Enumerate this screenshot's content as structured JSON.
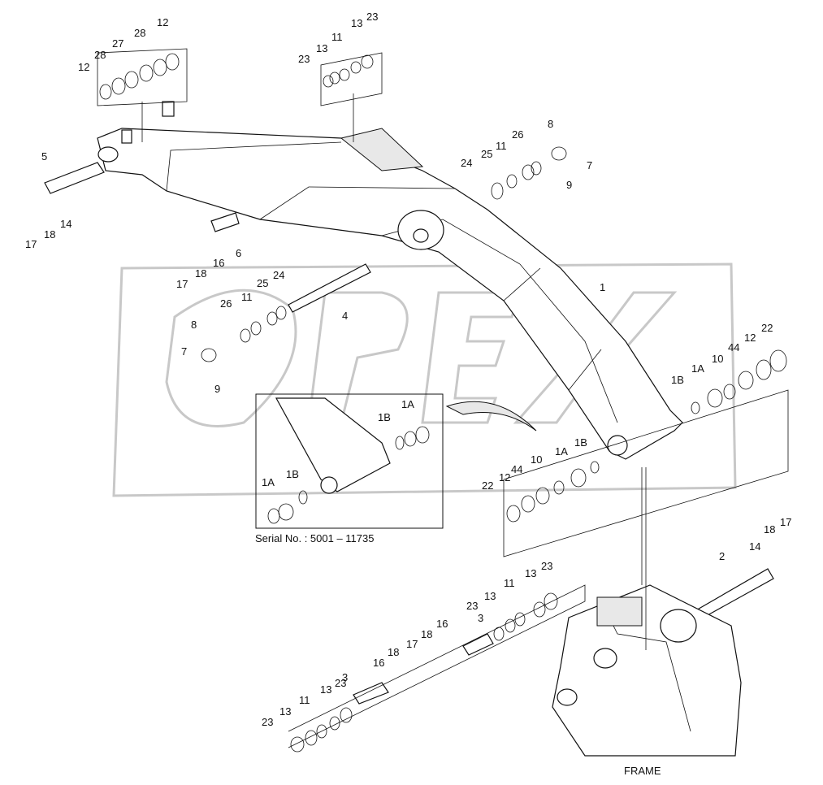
{
  "watermark": "OPEX",
  "inset": {
    "serial_label": "Serial No. : 5001 – 11735"
  },
  "frame_label": "FRAME",
  "part_labels": [
    {
      "id": "l1",
      "text": "12"
    },
    {
      "id": "l2",
      "text": "28"
    },
    {
      "id": "l3",
      "text": "27"
    },
    {
      "id": "l4",
      "text": "28"
    },
    {
      "id": "l5",
      "text": "12"
    },
    {
      "id": "l6",
      "text": "13"
    },
    {
      "id": "l7",
      "text": "23"
    },
    {
      "id": "l8",
      "text": "11"
    },
    {
      "id": "l9",
      "text": "23"
    },
    {
      "id": "l10",
      "text": "13"
    },
    {
      "id": "l11",
      "text": "8"
    },
    {
      "id": "l12",
      "text": "26"
    },
    {
      "id": "l13",
      "text": "11"
    },
    {
      "id": "l14",
      "text": "25"
    },
    {
      "id": "l15",
      "text": "24"
    },
    {
      "id": "l16",
      "text": "7"
    },
    {
      "id": "l17",
      "text": "9"
    },
    {
      "id": "l18",
      "text": "5"
    },
    {
      "id": "l19",
      "text": "14"
    },
    {
      "id": "l20",
      "text": "18"
    },
    {
      "id": "l21",
      "text": "17"
    },
    {
      "id": "l22",
      "text": "6"
    },
    {
      "id": "l23",
      "text": "16"
    },
    {
      "id": "l24",
      "text": "18"
    },
    {
      "id": "l25",
      "text": "17"
    },
    {
      "id": "l26",
      "text": "24"
    },
    {
      "id": "l27",
      "text": "25"
    },
    {
      "id": "l28",
      "text": "11"
    },
    {
      "id": "l29",
      "text": "26"
    },
    {
      "id": "l30",
      "text": "4"
    },
    {
      "id": "l31",
      "text": "8"
    },
    {
      "id": "l32",
      "text": "7"
    },
    {
      "id": "l33",
      "text": "9"
    },
    {
      "id": "l34",
      "text": "1"
    },
    {
      "id": "l35",
      "text": "1B"
    },
    {
      "id": "l36",
      "text": "1A"
    },
    {
      "id": "l37",
      "text": "10"
    },
    {
      "id": "l38",
      "text": "44"
    },
    {
      "id": "l39",
      "text": "12"
    },
    {
      "id": "l40",
      "text": "22"
    },
    {
      "id": "l41",
      "text": "1B"
    },
    {
      "id": "l42",
      "text": "1A"
    },
    {
      "id": "l43",
      "text": "1A"
    },
    {
      "id": "l44",
      "text": "1B"
    },
    {
      "id": "l45",
      "text": "1B"
    },
    {
      "id": "l46",
      "text": "1A"
    },
    {
      "id": "l47",
      "text": "10"
    },
    {
      "id": "l48",
      "text": "44"
    },
    {
      "id": "l49",
      "text": "12"
    },
    {
      "id": "l50",
      "text": "22"
    },
    {
      "id": "l51",
      "text": "18"
    },
    {
      "id": "l52",
      "text": "17"
    },
    {
      "id": "l53",
      "text": "14"
    },
    {
      "id": "l54",
      "text": "2"
    },
    {
      "id": "l55",
      "text": "13"
    },
    {
      "id": "l56",
      "text": "23"
    },
    {
      "id": "l57",
      "text": "11"
    },
    {
      "id": "l58",
      "text": "13"
    },
    {
      "id": "l59",
      "text": "23"
    },
    {
      "id": "l60",
      "text": "3"
    },
    {
      "id": "l61",
      "text": "16"
    },
    {
      "id": "l62",
      "text": "18"
    },
    {
      "id": "l63",
      "text": "17"
    },
    {
      "id": "l64",
      "text": "18"
    },
    {
      "id": "l65",
      "text": "16"
    },
    {
      "id": "l66",
      "text": "3"
    },
    {
      "id": "l67",
      "text": "23"
    },
    {
      "id": "l68",
      "text": "13"
    },
    {
      "id": "l69",
      "text": "11"
    },
    {
      "id": "l70",
      "text": "13"
    },
    {
      "id": "l71",
      "text": "23"
    }
  ]
}
